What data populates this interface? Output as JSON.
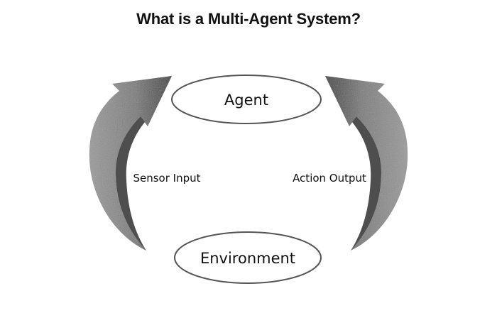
{
  "title": "What is a Multi-Agent System?",
  "nodes": {
    "agent": "Agent",
    "environment": "Environment"
  },
  "edges": {
    "left": "Sensor Input",
    "right": "Action Output"
  },
  "colors": {
    "text": "#111111",
    "ellipse_stroke": "#555555",
    "arrow_light": "#8f8f8f",
    "arrow_dark": "#3a3a3a"
  }
}
